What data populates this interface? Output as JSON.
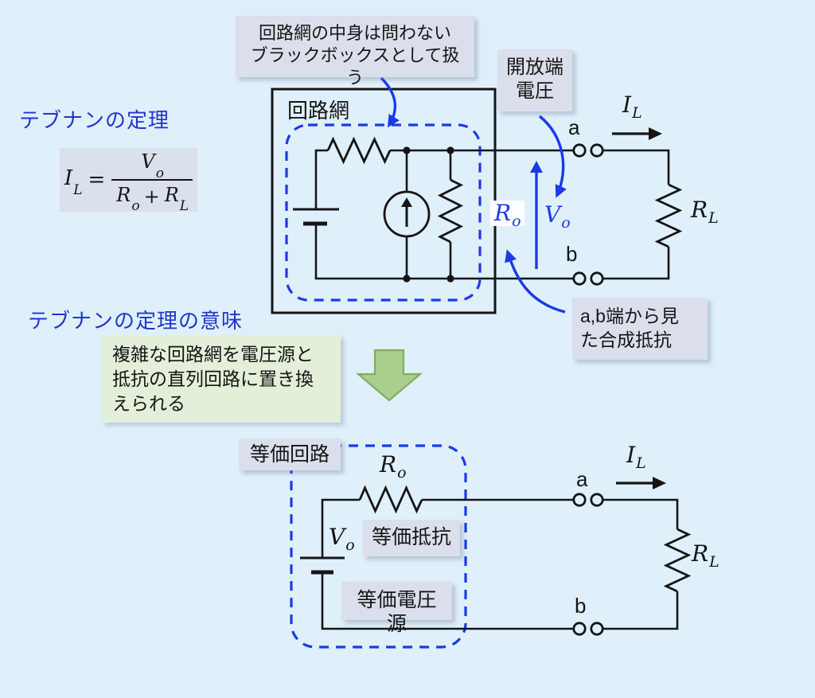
{
  "colors": {
    "background": "#dff0fb",
    "title_blue": "#2135cd",
    "circuit_blue": "#1b3ae8",
    "box_gray": "#dbdfeb",
    "green_box": "#e4efd9",
    "green_arrow_fill": "#a8cf8e",
    "green_arrow_border": "#81ad62",
    "wire_black": "#151515"
  },
  "titles": {
    "theorem": "テブナンの定理",
    "meaning": "テブナンの定理の意味"
  },
  "callout_blackbox": {
    "line1": "回路網の中身は問わない",
    "line2": "ブラックボックスとして扱う"
  },
  "callout_open_voltage": {
    "line1": "開放端",
    "line2": "電圧"
  },
  "callout_combined_resistance": {
    "line1": "a,b端から見",
    "line2": "た合成抵抗"
  },
  "green_note": {
    "line1": "複雑な回路網を電圧源と",
    "line2": "抵抗の直列回路に置き換",
    "line3": "えられる"
  },
  "upper_circuit": {
    "network_label": "回路網"
  },
  "lower_circuit": {
    "equiv_circuit_label": "等価回路",
    "equiv_resistance_label": "等価抵抗",
    "equiv_source_label": "等価電圧源"
  },
  "symbols": {
    "I": "I",
    "L": "L",
    "V": "V",
    "R": "R",
    "o": "o",
    "a": "a",
    "b": "b",
    "plus": "+",
    "equals": "="
  }
}
